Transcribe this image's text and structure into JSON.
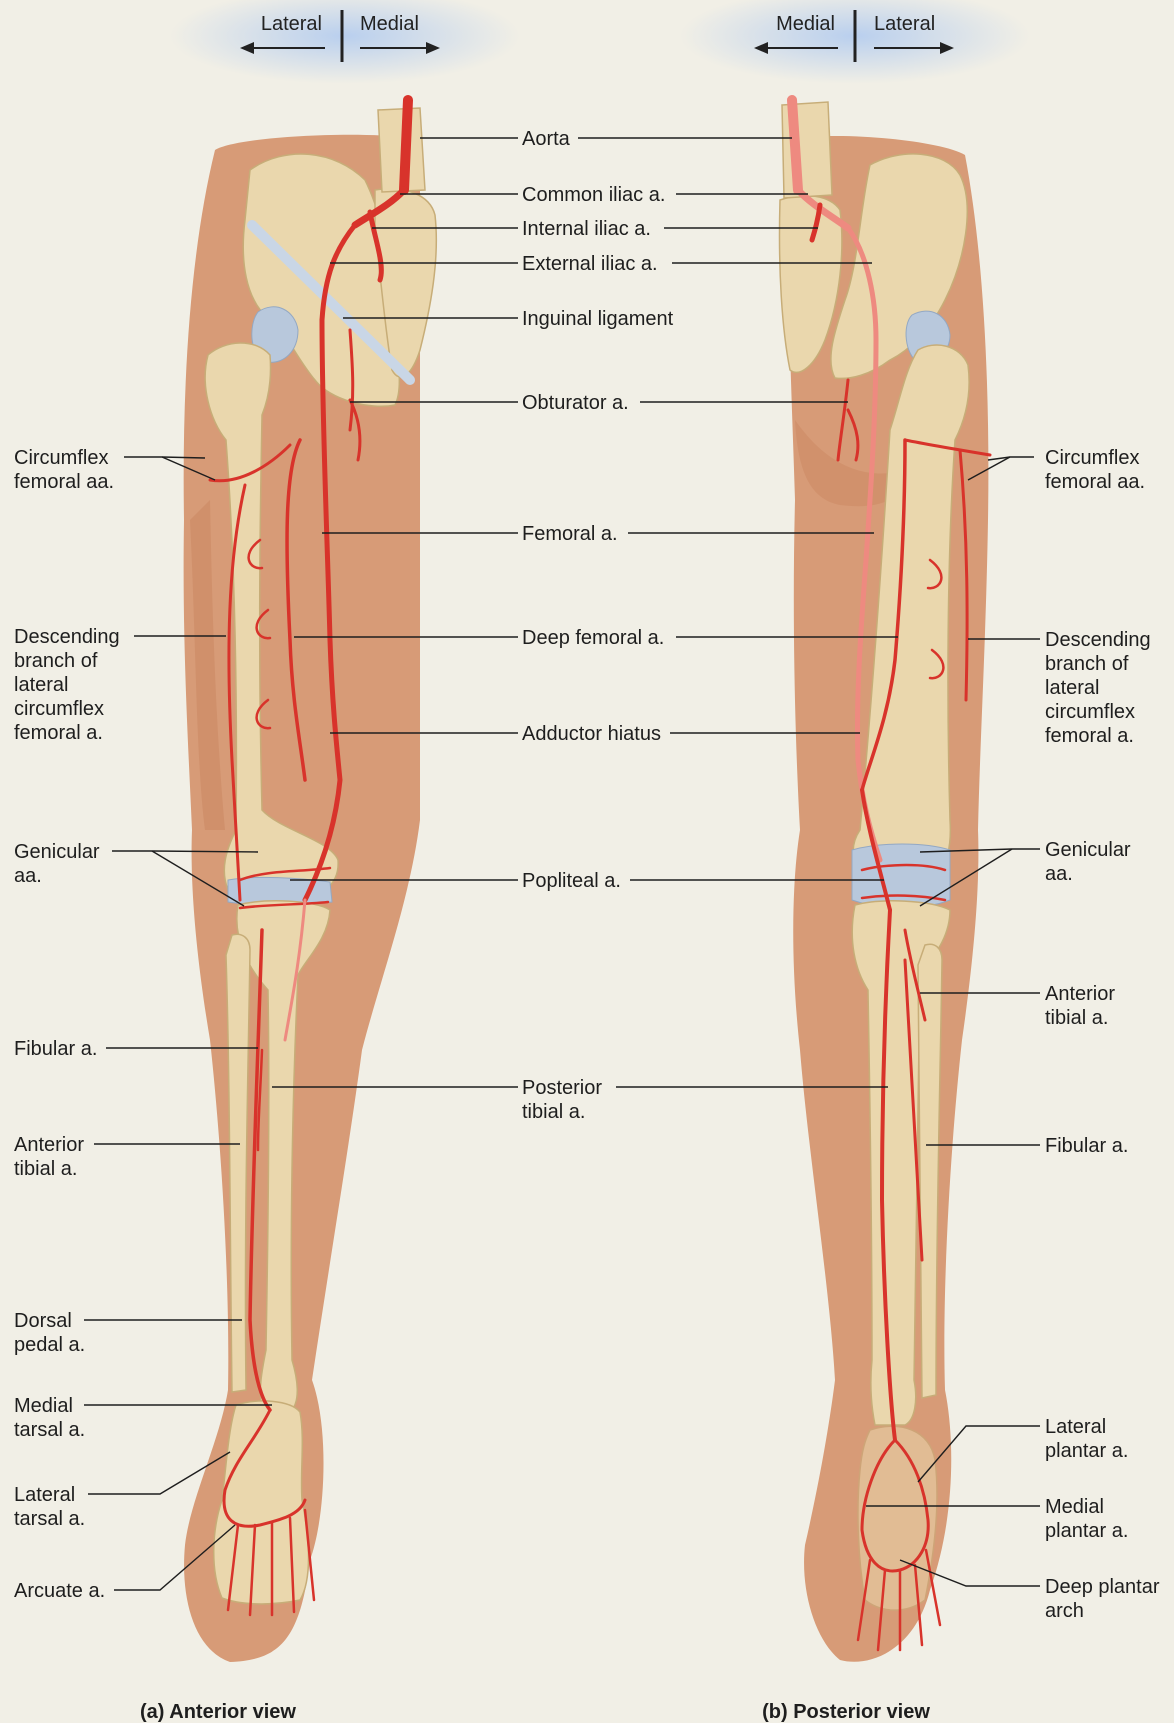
{
  "orientation": {
    "left_panel": {
      "left_label": "Lateral",
      "right_label": "Medial"
    },
    "right_panel": {
      "left_label": "Medial",
      "right_label": "Lateral"
    }
  },
  "captions": {
    "anterior": "(a) Anterior view",
    "posterior": "(b) Posterior view"
  },
  "center_labels": {
    "aorta": "Aorta",
    "common_iliac": "Common iliac a.",
    "internal_iliac": "Internal iliac a.",
    "external_iliac": "External iliac a.",
    "inguinal_ligament": "Inguinal ligament",
    "obturator": "Obturator a.",
    "femoral": "Femoral a.",
    "deep_femoral": "Deep femoral a.",
    "adductor_hiatus": "Adductor hiatus",
    "popliteal": "Popliteal a.",
    "posterior_tibial": [
      "Posterior",
      "tibial a."
    ]
  },
  "left_labels": {
    "circumflex_femoral": [
      "Circumflex",
      "femoral aa."
    ],
    "descending_branch": [
      "Descending",
      "branch of",
      "lateral",
      "circumflex",
      "femoral a."
    ],
    "genicular": [
      "Genicular",
      "aa."
    ],
    "fibular": "Fibular a.",
    "anterior_tibial": [
      "Anterior",
      "tibial a."
    ],
    "dorsal_pedal": [
      "Dorsal",
      "pedal a."
    ],
    "medial_tarsal": [
      "Medial",
      "tarsal a."
    ],
    "lateral_tarsal": [
      "Lateral",
      "tarsal a."
    ],
    "arcuate": "Arcuate a."
  },
  "right_labels": {
    "circumflex_femoral": [
      "Circumflex",
      "femoral aa."
    ],
    "descending_branch": [
      "Descending",
      "branch of",
      "lateral",
      "circumflex",
      "femoral a."
    ],
    "genicular": [
      "Genicular",
      "aa."
    ],
    "anterior_tibial": [
      "Anterior",
      "tibial a."
    ],
    "fibular": "Fibular a.",
    "lateral_plantar": [
      "Lateral",
      "plantar a."
    ],
    "medial_plantar": [
      "Medial",
      "plantar a."
    ],
    "deep_plantar_arch": [
      "Deep plantar",
      "arch"
    ]
  },
  "colors": {
    "background": "#f1efe6",
    "skin": "#d79b77",
    "bone": "#ead7ad",
    "artery": "#d8332b",
    "artery_posterior_deep": "#ee8a80",
    "header_glow": "#b9cfee"
  }
}
